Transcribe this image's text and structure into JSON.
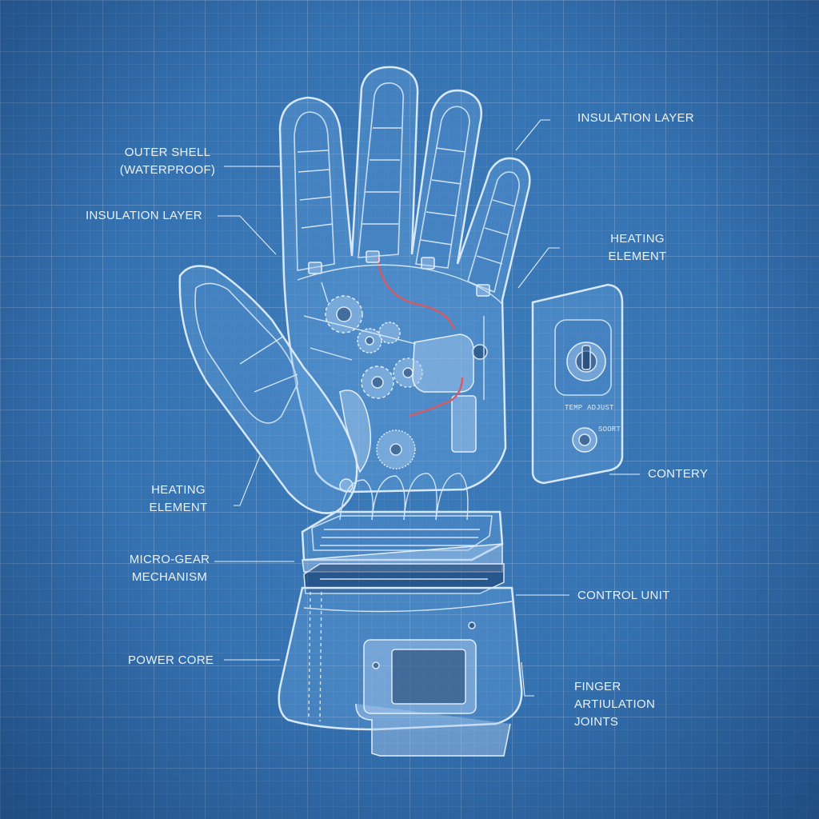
{
  "labels": {
    "outer_shell_line1": "OUTER SHELL",
    "outer_shell_line2": "(WATERPROOF)",
    "insulation_layer_left": "INSULATION LAYER",
    "insulation_layer_right": "INSULATION LAYER",
    "heating_element_right_line1": "HEATING",
    "heating_element_right_line2": "ELEMENT",
    "heating_element_left_line1": "HEATING",
    "heating_element_left_line2": "ELEMENT",
    "micro_gear_line1": "MICRO-GEAR",
    "micro_gear_line2": "MECHANISM",
    "contery": "CONTERY",
    "control_unit": "CONTROL UNIT",
    "power_core": "POWER CORE",
    "finger_line1": "FINGER",
    "finger_line2": "ARTIULATION",
    "finger_line3": "JOINTS"
  },
  "control_panel": {
    "temp_adjust": "TEMP ADJUST",
    "soort": "SOORT"
  },
  "colors": {
    "background": "#3471b0",
    "line": "#d7e8f8",
    "wire": "#d65a66"
  }
}
